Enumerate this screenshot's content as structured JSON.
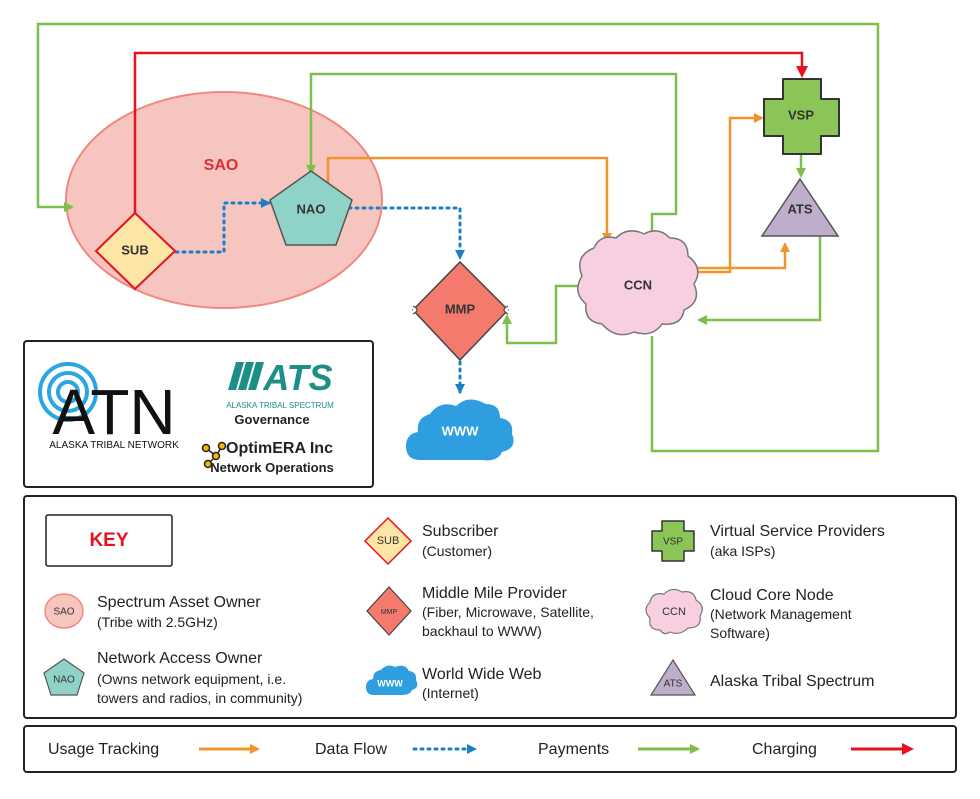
{
  "nodes": {
    "sao": "SAO",
    "nao": "NAO",
    "sub": "SUB",
    "mmp": "MMP",
    "www": "WWW",
    "ccn": "CCN",
    "vsp": "VSP",
    "ats": "ATS"
  },
  "logos": {
    "atn_mark": "ATN",
    "atn_caption": "ALASKA TRIBAL NETWORK",
    "ats_mark": "ATS",
    "ats_caption": "ALASKA TRIBAL SPECTRUM",
    "ats_role": "Governance",
    "optimera_name": "OptimERA Inc",
    "optimera_role": "Network Operations"
  },
  "key": {
    "title": "KEY",
    "items": [
      {
        "icon": "SAO",
        "title": "Spectrum Asset Owner",
        "lines": [
          "(Tribe with 2.5GHz)"
        ]
      },
      {
        "icon": "NAO",
        "title": "Network Access Owner",
        "lines": [
          "(Owns network equipment, i.e.",
          "towers and radios, in community)"
        ]
      },
      {
        "icon": "SUB",
        "title": "Subscriber",
        "lines": [
          "(Customer)"
        ]
      },
      {
        "icon": "MMP",
        "title": "Middle Mile Provider",
        "lines": [
          "(Fiber, Microwave, Satellite,",
          "backhaul to WWW)"
        ]
      },
      {
        "icon": "WWW",
        "title": "World Wide Web",
        "lines": [
          "(Internet)"
        ]
      },
      {
        "icon": "VSP",
        "title": "Virtual Service Providers",
        "lines": [
          "(aka ISPs)"
        ]
      },
      {
        "icon": "CCN",
        "title": "Cloud Core Node",
        "lines": [
          "(Network Management",
          "Software)"
        ]
      },
      {
        "icon": "ATS",
        "title": "Alaska Tribal Spectrum",
        "lines": []
      }
    ]
  },
  "legend": {
    "usage": "Usage Tracking",
    "data": "Data Flow",
    "payments": "Payments",
    "charging": "Charging"
  },
  "colors": {
    "orange": "#f0952b",
    "blue": "#1a7fc9",
    "green": "#7cbf4a",
    "red": "#e8111e"
  }
}
